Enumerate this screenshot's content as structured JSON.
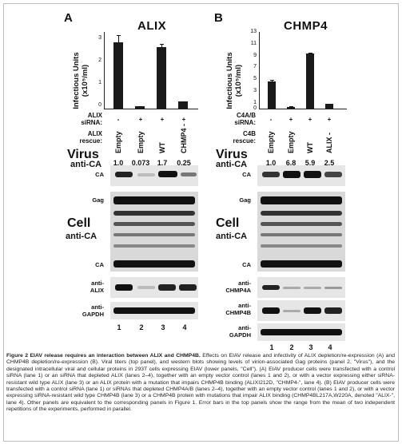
{
  "panels": {
    "A": {
      "letter": "A",
      "title": "ALIX",
      "yaxis": [
        "Infectious Units",
        "(x10⁵/ml)"
      ],
      "yticks": [
        "0",
        "1",
        "2",
        "3"
      ],
      "row_labels": {
        "alix": "ALIX",
        "sirna": "siRNA:",
        "alix2": "ALIX",
        "rescue": "rescue:"
      },
      "sirna_signs": [
        "-",
        "+",
        "+",
        "+"
      ],
      "rescue_labels": [
        "Empty",
        "Empty",
        "WT",
        "CHMP4 -"
      ],
      "quant": [
        "1.0",
        "0.073",
        "1.7",
        "0.25"
      ],
      "blot_labels": {
        "ca_virus": "CA",
        "gag": "Gag",
        "ca_cell": "CA",
        "anti_alix": "anti-\nALIX",
        "anti_gapdh": "anti-\nGAPDH"
      },
      "lanes": [
        "1",
        "2",
        "3",
        "4"
      ]
    },
    "B": {
      "letter": "B",
      "title": "CHMP4",
      "yaxis": [
        "Infectious Units",
        "(x10⁵/ml)"
      ],
      "yticks": [
        "0",
        "1",
        "3",
        "5",
        "7",
        "9",
        "11",
        "13"
      ],
      "row_labels": {
        "c4ab": "C4A/B",
        "sirna": "siRNA:",
        "c4b": "C4B",
        "rescue": "rescue:"
      },
      "sirna_signs": [
        "-",
        "+",
        "+",
        "+"
      ],
      "rescue_labels": [
        "Empty",
        "Empty",
        "WT",
        "ALIX -"
      ],
      "quant": [
        "1.0",
        "6.8",
        "5.9",
        "2.5"
      ],
      "blot_labels": {
        "ca_virus": "CA",
        "gag": "Gag",
        "ca_cell": "CA",
        "anti_chmp4a": "anti-\nCHMP4A",
        "anti_chmp4b": "anti-\nCHMP4B",
        "anti_gapdh": "anti-\nGAPDH"
      },
      "lanes": [
        "1",
        "2",
        "3",
        "4"
      ]
    }
  },
  "section_labels": {
    "virus": "Virus",
    "virus_sub": "anti-CA",
    "cell": "Cell",
    "cell_sub": "anti-CA"
  },
  "chart_data": [
    {
      "type": "bar",
      "title": "ALIX",
      "ylabel": "Infectious Units (x10⁵/ml)",
      "categories": [
        "1",
        "2",
        "3",
        "4"
      ],
      "values": [
        2.85,
        0.1,
        2.65,
        0.3
      ],
      "errors": [
        0.3,
        0.02,
        0.15,
        0.02
      ],
      "ylim": [
        0,
        3.3
      ]
    },
    {
      "type": "bar",
      "title": "CHMP4",
      "ylabel": "Infectious Units (x10⁵/ml)",
      "categories": [
        "1",
        "2",
        "3",
        "4"
      ],
      "values": [
        4.6,
        0.3,
        9.3,
        0.8
      ],
      "errors": [
        0.3,
        0.05,
        0.2,
        0.05
      ],
      "ylim": [
        0,
        13
      ]
    }
  ],
  "caption": {
    "title": "Figure 2 EIAV release requires an interaction between ALIX and CHMP4B.",
    "body": " Effects on EIAV release and infectivity of ALIX depletion/re-expression (A) and CHMP4B depletion/re-expression (B). Viral titers (top panel), and western blots showing levels of virion-associated Gag proteins (panel 2, \"Virus\"), and the designated intracellular viral and cellular proteins in 293T cells expressing EIAV (lower panels, \"Cell\"). (A) EIAV producer cells were transfected with a control siRNA (lane 1) or an siRNA that depleted ALIX (lanes 2–4), together with an empty vector control (lanes 1 and 2), or with a vector expressing either siRNA-resistant wild type ALIX (lane 3) or an ALIX protein with a mutation that impairs CHMP4B binding (ALIXI212D, \"CHMP4-\", lane 4). (B) EIAV producer cells were transfected with a control siRNA (lane 1) or siRNAs that depleted CHMP4A/B (lanes 2–4), together with an empty vector control (lanes 1 and 2), or with a vector expressing siRNA-resistant wild type CHMP4B (lane 3) or a CHMP4B protein with mutations that impair ALIX binding (CHMP4BL217A,W220A, denoted \"ALIX-\", lane 4). Other panels are equivalent to the corresponding panels in Figure 1. Error bars in the top panels show the range from the mean of two independent repetitions of the experiments, performed in parallel."
  }
}
